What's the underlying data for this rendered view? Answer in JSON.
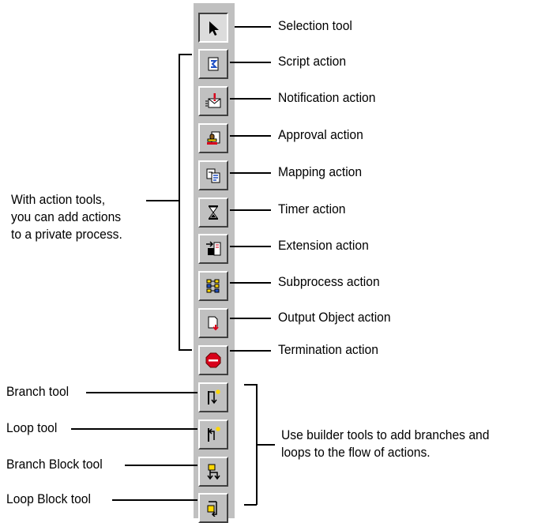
{
  "toolbar": {
    "buttons": [
      {
        "icon": "arrow-cursor-icon",
        "label": "Selection tool"
      },
      {
        "icon": "script-icon",
        "label": "Script action"
      },
      {
        "icon": "envelope-alert-icon",
        "label": "Notification action"
      },
      {
        "icon": "stamp-icon",
        "label": "Approval action"
      },
      {
        "icon": "mapping-icon",
        "label": "Mapping action"
      },
      {
        "icon": "hourglass-icon",
        "label": "Timer action"
      },
      {
        "icon": "extension-icon",
        "label": "Extension action"
      },
      {
        "icon": "subprocess-icon",
        "label": "Subprocess action"
      },
      {
        "icon": "output-object-icon",
        "label": "Output Object action"
      },
      {
        "icon": "stop-sign-icon",
        "label": "Termination action"
      },
      {
        "icon": "branch-icon",
        "label": "Branch tool"
      },
      {
        "icon": "loop-icon",
        "label": "Loop tool"
      },
      {
        "icon": "branch-block-icon",
        "label": "Branch Block tool"
      },
      {
        "icon": "loop-block-icon",
        "label": "Loop Block tool"
      }
    ]
  },
  "notes": {
    "action_tools": [
      "With action tools,",
      "you can add actions",
      "to a private process."
    ],
    "builder_tools": [
      "Use builder tools to add branches and",
      "loops to the flow of actions."
    ]
  },
  "colors": {
    "toolbar_bg": "#c0c0c0",
    "accent_blue": "#1f4fc4",
    "stop_red": "#d8001a",
    "yellow": "#ffd800"
  }
}
